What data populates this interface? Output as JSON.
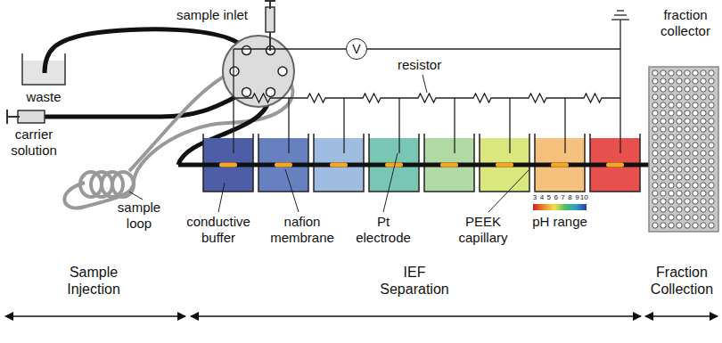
{
  "diagram": {
    "nodes": [
      {
        "text": [
          "V"
        ]
      }
    ],
    "labels": [
      "sample inlet",
      "waste",
      "carrier solution",
      "sample loop",
      "resistor",
      "fraction collector",
      "conductive buffer",
      "nafion membrane",
      "Pt electrode",
      "PEEK capillary",
      "3",
      "4",
      "5",
      "6",
      "7",
      "8",
      "9",
      "10",
      "pH range",
      "Sample Injection",
      "IEF Separation",
      "Fraction Collection"
    ]
  }
}
